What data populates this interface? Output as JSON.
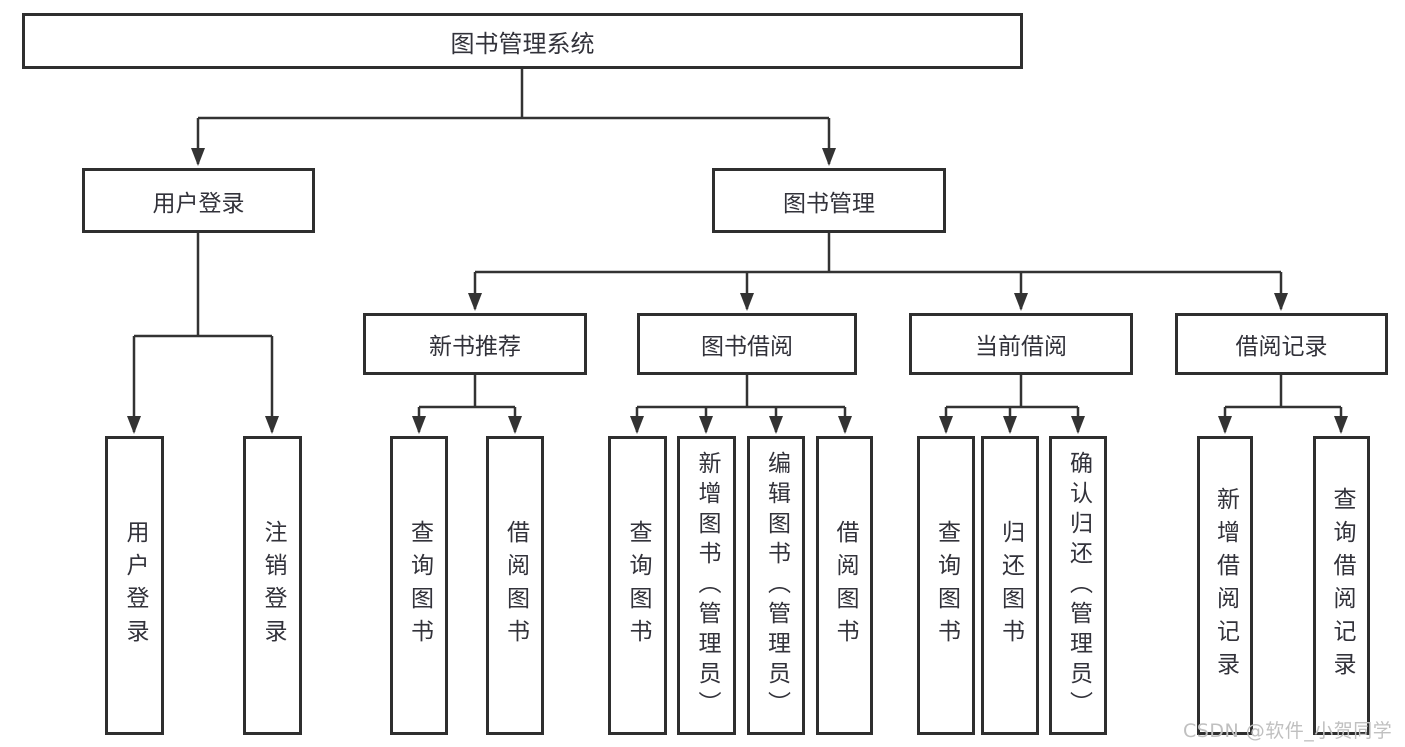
{
  "diagram": {
    "root": {
      "label": "图书管理系统"
    },
    "level2": [
      {
        "label": "用户登录"
      },
      {
        "label": "图书管理"
      }
    ],
    "level3": [
      {
        "label": "新书推荐"
      },
      {
        "label": "图书借阅"
      },
      {
        "label": "当前借阅"
      },
      {
        "label": "借阅记录"
      }
    ],
    "leaves": {
      "user_login": [
        {
          "label": "用户登录"
        },
        {
          "label": "注销登录"
        }
      ],
      "new_book_recommend": [
        {
          "label": "查询图书"
        },
        {
          "label": "借阅图书"
        }
      ],
      "book_borrow": [
        {
          "label": "查询图书"
        },
        {
          "label": "新增图书（管理员）"
        },
        {
          "label": "编辑图书（管理员）"
        },
        {
          "label": "借阅图书"
        }
      ],
      "current_borrow": [
        {
          "label": "查询图书"
        },
        {
          "label": "归还图书"
        },
        {
          "label": "确认归还（管理员）"
        }
      ],
      "borrow_records": [
        {
          "label": "新增借阅记录"
        },
        {
          "label": "查询借阅记录"
        }
      ]
    }
  },
  "watermark": {
    "text": "CSDN @软件_小贺同学"
  },
  "colors": {
    "line": "#333333",
    "border": "#2f2f2f",
    "text": "#32323a",
    "watermark": "#c0c0c0",
    "background": "#ffffff"
  }
}
